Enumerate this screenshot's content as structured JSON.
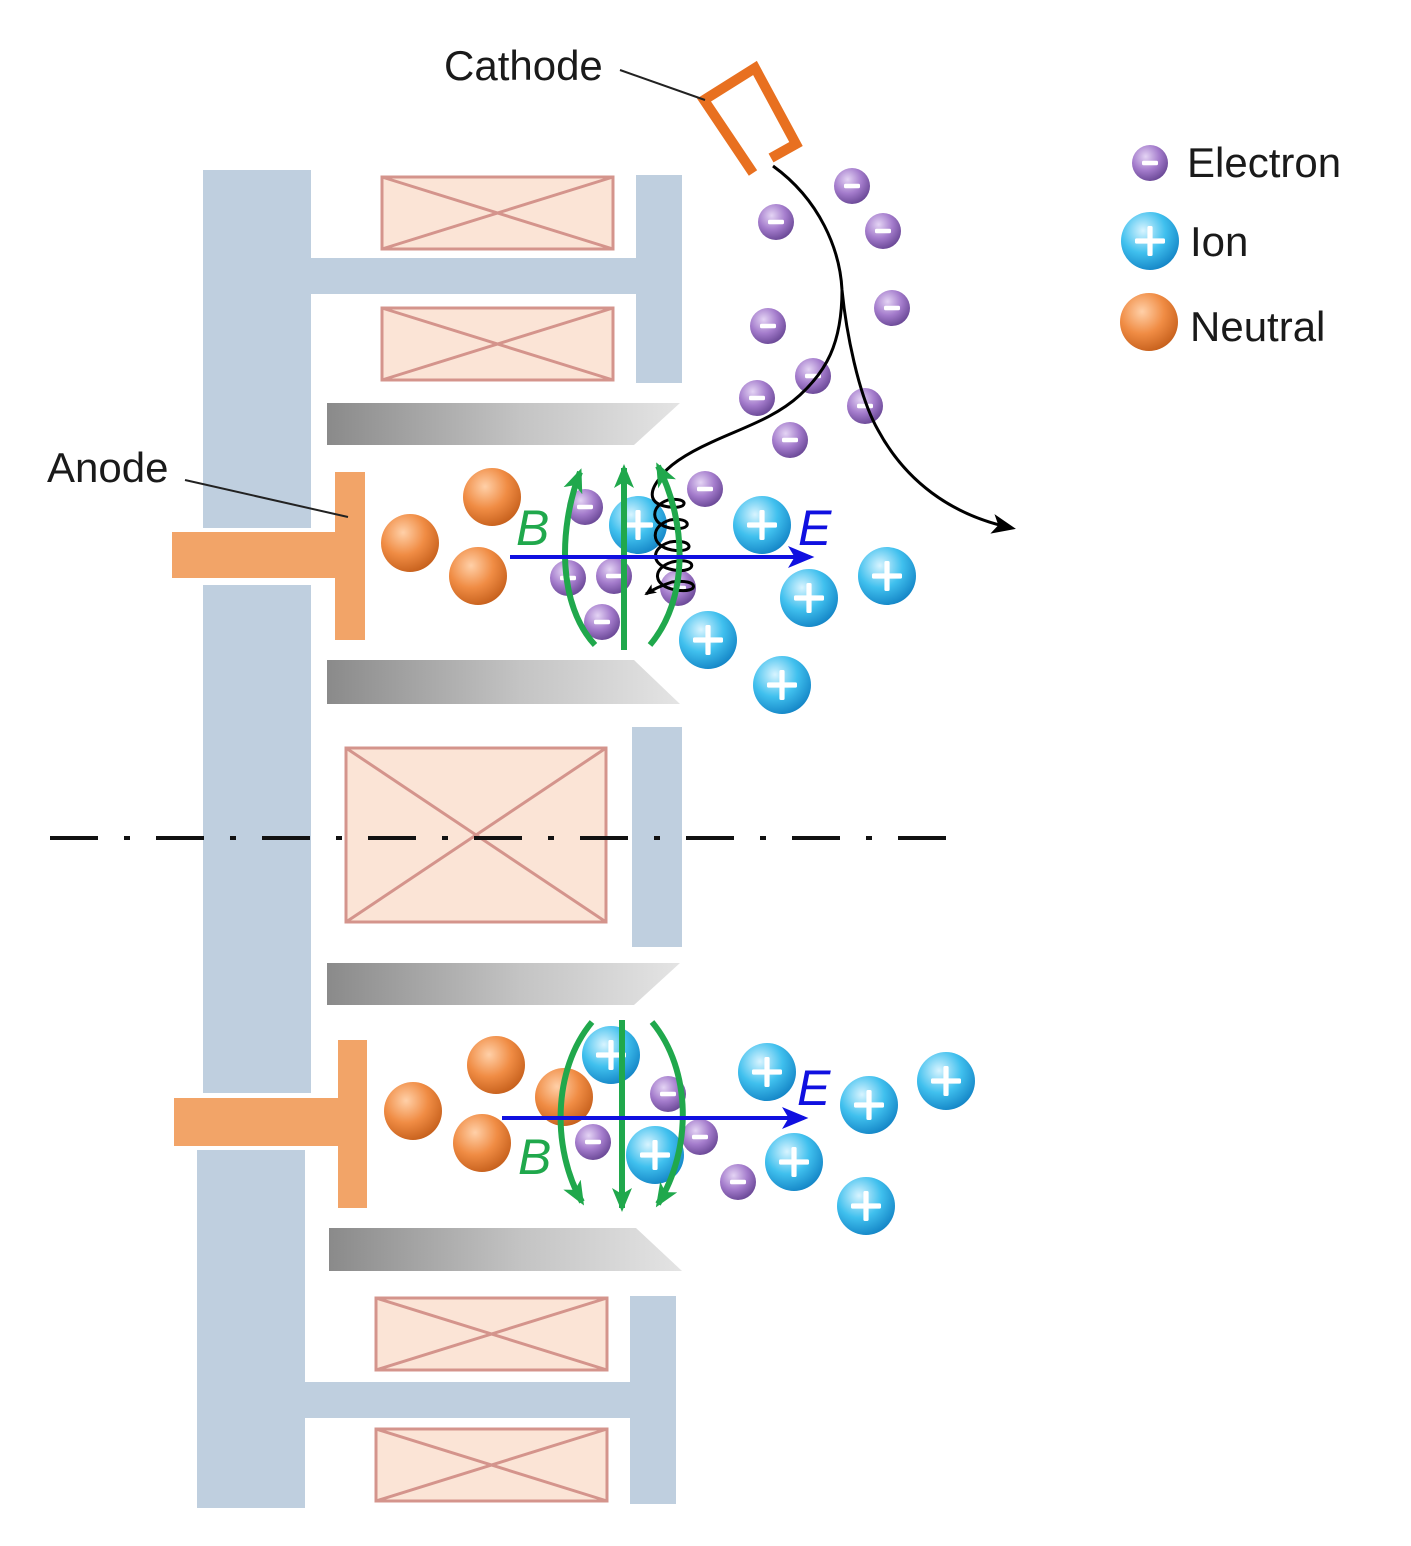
{
  "labels": {
    "cathode": "Cathode",
    "anode": "Anode",
    "b_field": "B",
    "e_field": "E"
  },
  "legend": {
    "items": [
      {
        "label": "Electron",
        "symbol": "electron-icon"
      },
      {
        "label": "Ion",
        "symbol": "ion-icon"
      },
      {
        "label": "Neutral",
        "symbol": "neutral-icon"
      }
    ]
  },
  "colors": {
    "magnetic_pole": "#bfcfdf",
    "coil_fill": "#fbe4d6",
    "coil_stroke": "#d4948c",
    "anode": "#f0a060",
    "cathode": "#e87020",
    "b_field": "#20a84c",
    "e_field": "#1010e0",
    "electron": "#9c70c0",
    "ion": "#38b8e8",
    "neutral": "#e8843c"
  }
}
